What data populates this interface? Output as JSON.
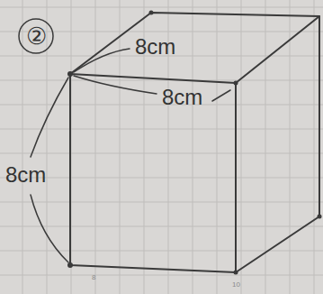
{
  "diagram": {
    "labels": [
      "②",
      "8cm",
      "8cm",
      "8cm",
      "8",
      "10"
    ]
  }
}
